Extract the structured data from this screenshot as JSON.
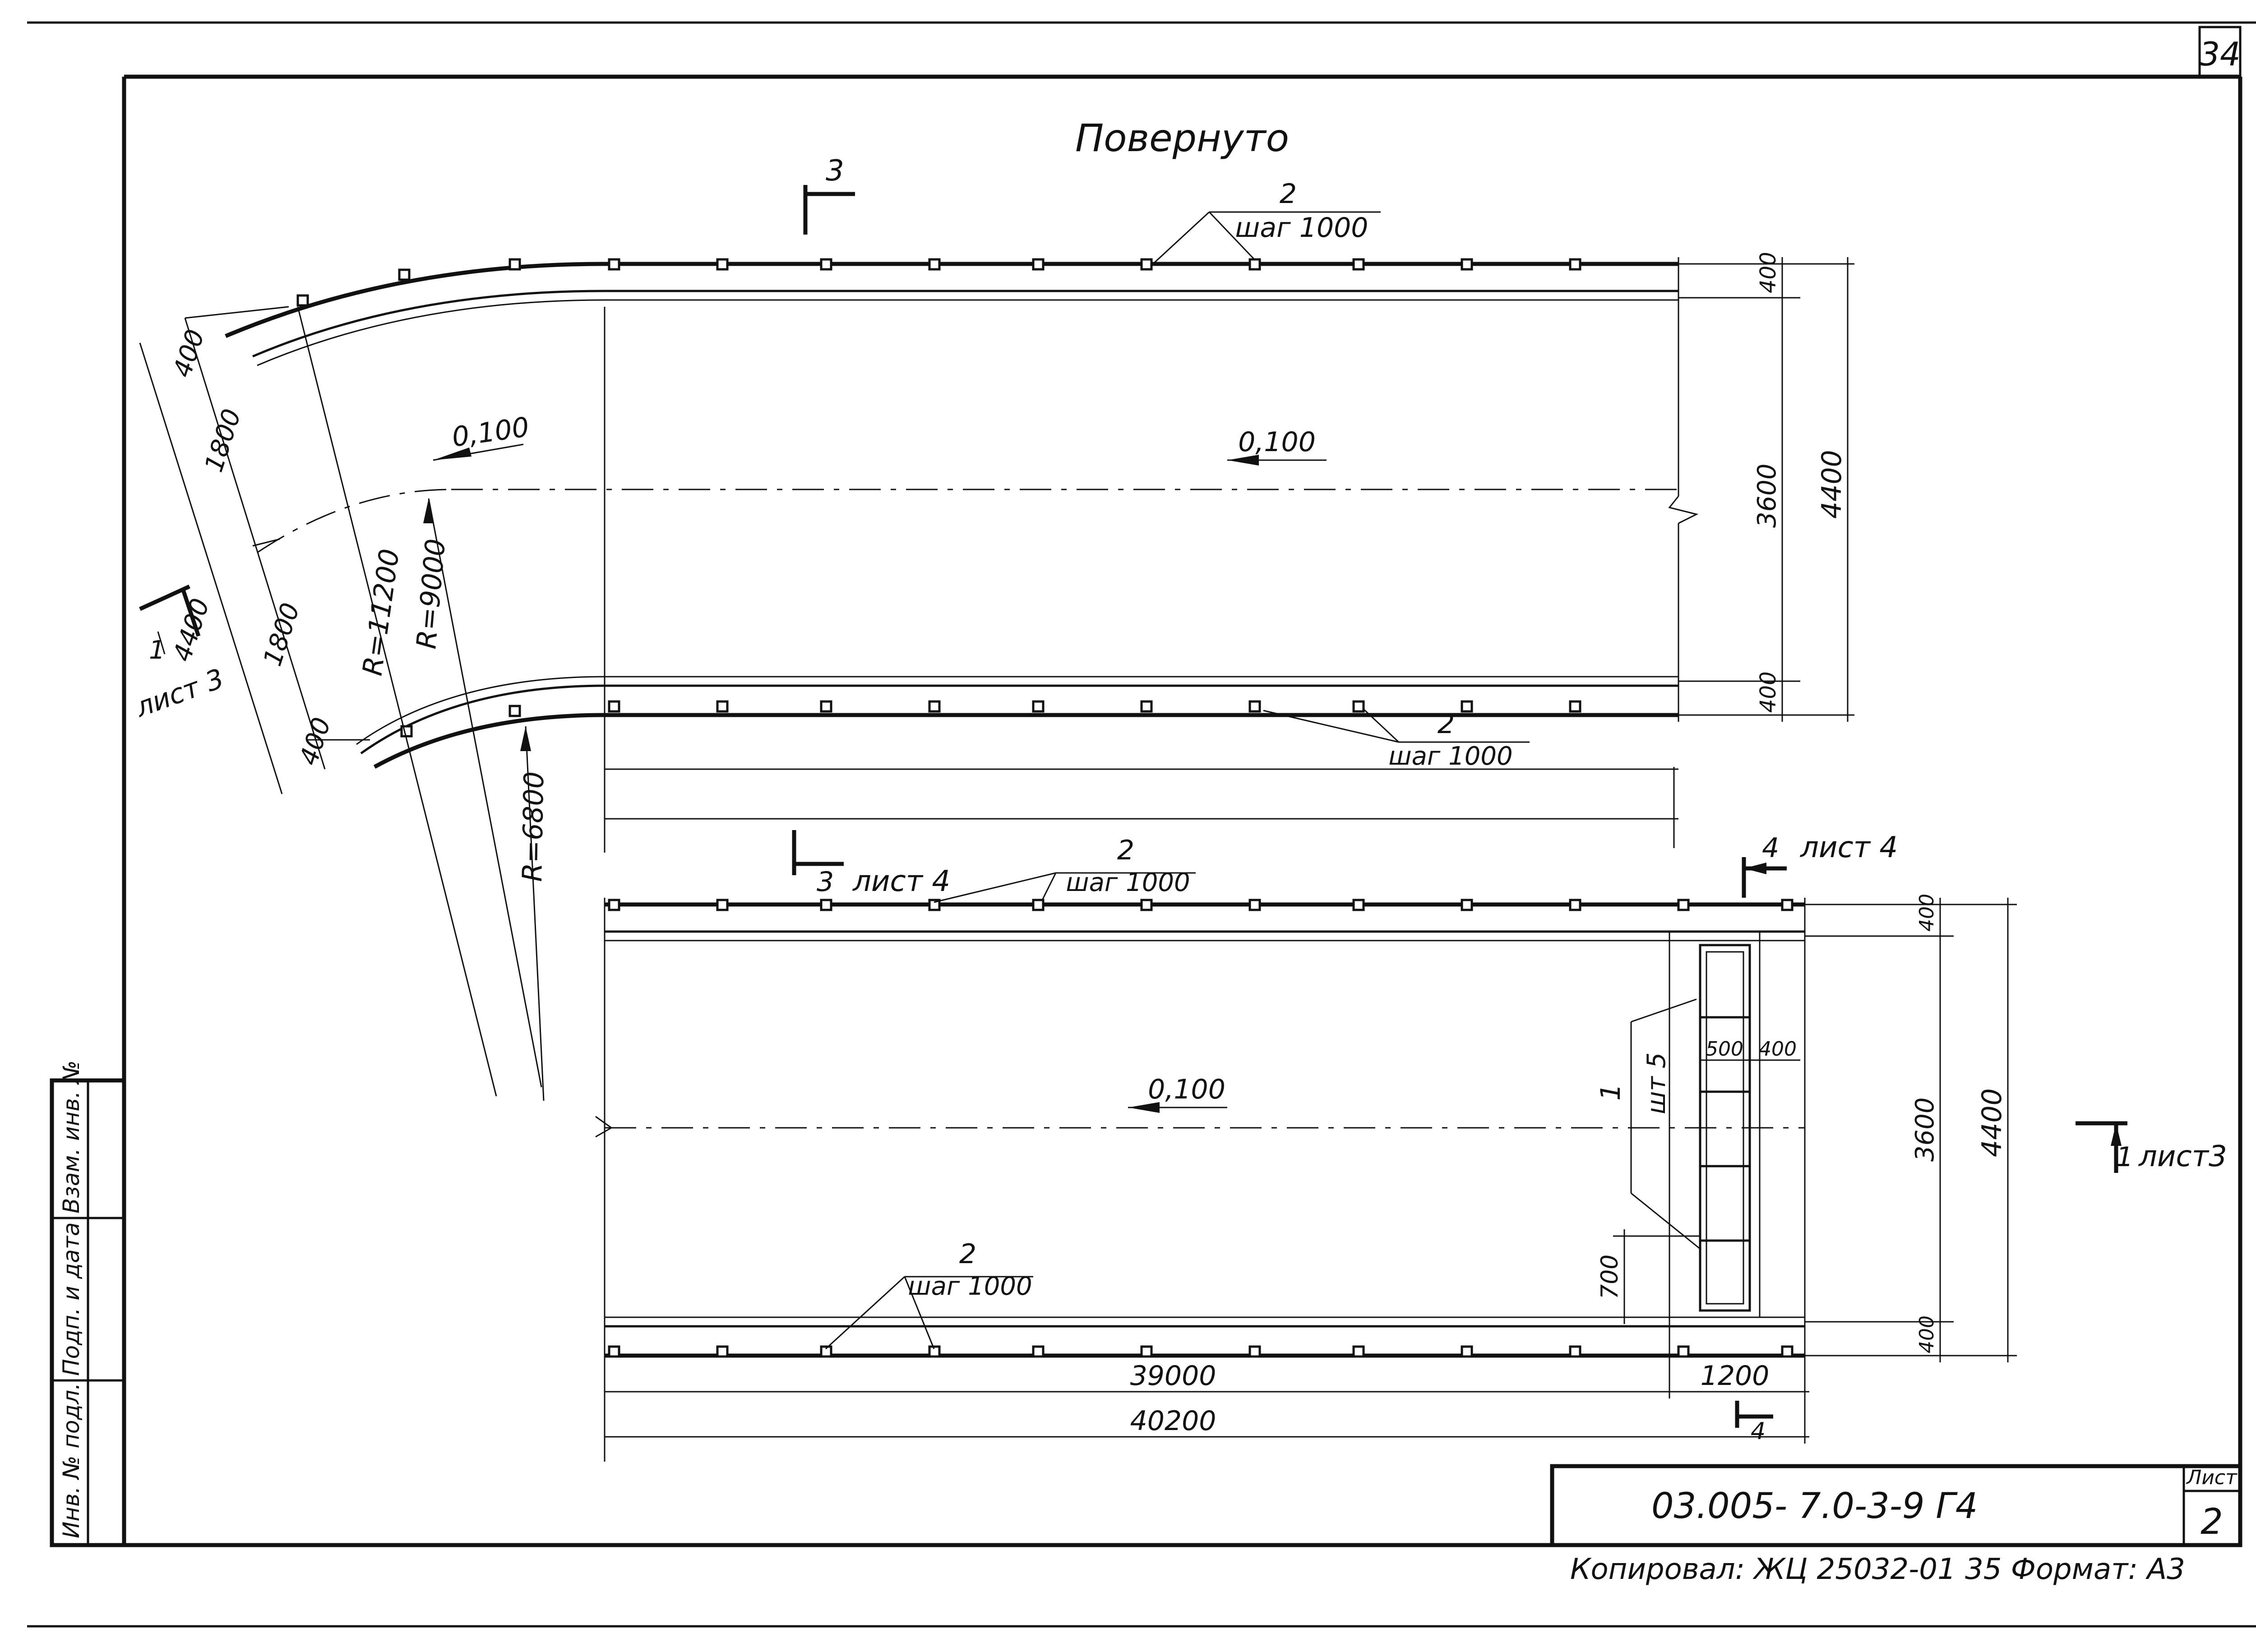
{
  "sheet": {
    "sheet_number": "34",
    "code": "03.005- 7.0-3-9   Г4",
    "list_label": "Лист",
    "list_number": "2",
    "copied_text": "Копировал: ЖЦ 25032-01   35  Формат: А3",
    "side_stamp": [
      "Инв. № подл.",
      "Подп. и дата",
      "Взам. инв. №"
    ]
  },
  "top_view": {
    "title": "Повернуто",
    "section_mark": "3",
    "bolt_callout": {
      "num": "2",
      "step": "шаг 1000"
    },
    "bolt_callout_bottom": {
      "num": "2",
      "step": "шаг 1000"
    },
    "level_left": "0,100",
    "level_center": "0,100",
    "radius_labels": [
      "R=11200",
      "R=9000",
      "R=6800"
    ],
    "left_dims": [
      "400",
      "1800",
      "1800",
      "400",
      "4400"
    ],
    "right_dims": [
      "400",
      "3600",
      "400",
      "4400"
    ],
    "cut_note": {
      "num": "1",
      "sheet": "лист 3"
    }
  },
  "bottom_view": {
    "section3": {
      "num": "3",
      "sheet": "лист 4"
    },
    "section4": {
      "num": "4",
      "sheet": "лист 4"
    },
    "section1": {
      "num": "1",
      "sheet": "лист3"
    },
    "bolt_callout_top": {
      "num": "2",
      "step": "шаг 1000"
    },
    "bolt_callout_bottom": {
      "num": "2",
      "step": "шаг 1000"
    },
    "level": "0,100",
    "item1": {
      "num": "1",
      "qty": "шт 5"
    },
    "dims_cell": [
      "500",
      "400"
    ],
    "dim_700": "700",
    "right_dims": [
      "400",
      "3600",
      "400",
      "4400"
    ],
    "bottom_dims": [
      "39000",
      "1200",
      "40200"
    ],
    "section4_bottom": "4"
  }
}
